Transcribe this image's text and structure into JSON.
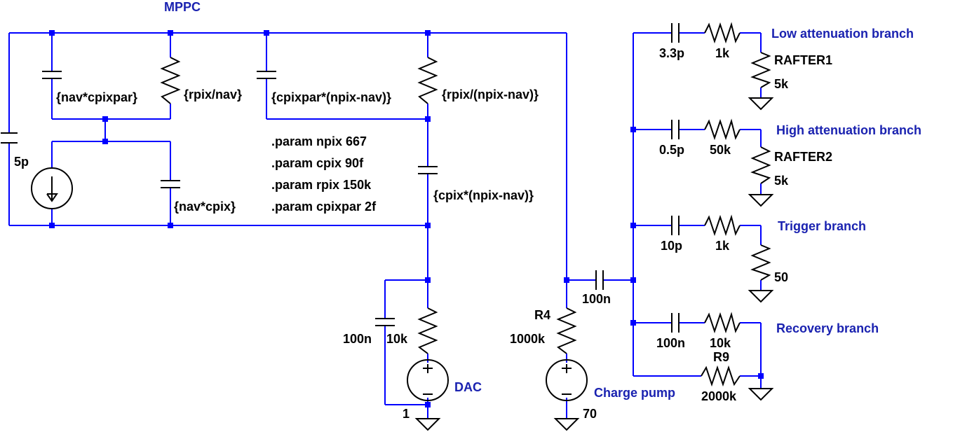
{
  "colors": {
    "wire": "#0000ff",
    "component": "#000000",
    "net_label": "#1a22b0",
    "background": "#ffffff"
  },
  "labels": {
    "mppc": "MPPC",
    "cap_5p": "5p",
    "nav_cpixpar": "{nav*cpixpar}",
    "rpix_nav": "{rpix/nav}",
    "cpixpar_npix": "{cpixpar*(npix-nav)}",
    "rpix_npix": "{rpix/(npix-nav)}",
    "nav_cpix": "{nav*cpix}",
    "cpix_npix": "{cpix*(npix-nav)}",
    "param1": ".param npix 667",
    "param2": ".param cpix 90f",
    "param3": ".param rpix 150k",
    "param4": ".param cpixpar 2f",
    "dac_cap": "100n",
    "dac_res": "10k",
    "dac": "DAC",
    "dac_value": "1",
    "r4_name": "R4",
    "r4_value": "1000k",
    "coupling_cap": "100n",
    "charge_pump": "Charge pump",
    "charge_pump_value": "70",
    "low_branch": "Low attenuation branch",
    "low_cap": "3.3p",
    "low_res": "1k",
    "rafter1": "RAFTER1",
    "rafter1_value": "5k",
    "high_branch": "High attenuation branch",
    "high_cap": "0.5p",
    "high_res": "50k",
    "rafter2": "RAFTER2",
    "rafter2_value": "5k",
    "trigger_branch": "Trigger branch",
    "trig_cap": "10p",
    "trig_res": "1k",
    "trig_load": "50",
    "recovery_branch": "Recovery branch",
    "rec_cap": "100n",
    "rec_res": "10k",
    "r9_name": "R9",
    "r9_value": "2000k"
  }
}
